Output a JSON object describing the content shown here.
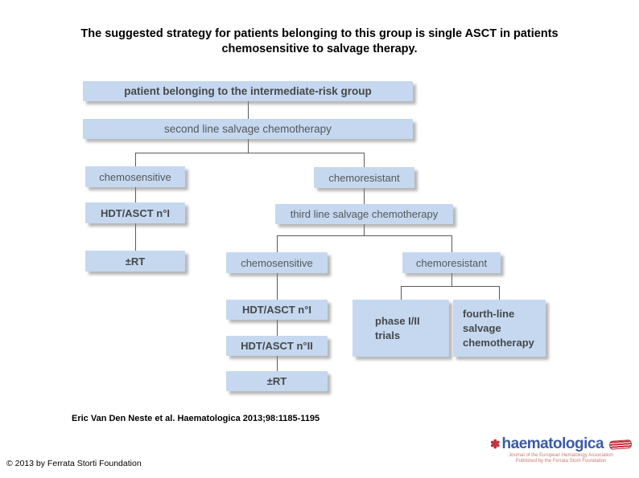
{
  "header": {
    "line1": "The suggested strategy for patients belonging to this group is single ASCT in patients",
    "line2": "chemosensitive to salvage therapy."
  },
  "flowchart": {
    "nodes": [
      {
        "label": "patient belonging to the intermediate-risk group"
      },
      {
        "label": "second line salvage chemotherapy"
      },
      {
        "label": "chemosensitive"
      },
      {
        "label": "chemoresistant"
      },
      {
        "label": "HDT/ASCT n°I"
      },
      {
        "label": "third line salvage chemotherapy"
      },
      {
        "label": "±RT"
      },
      {
        "label": "chemosensitive"
      },
      {
        "label": "chemoresistant"
      },
      {
        "label": "HDT/ASCT n°I"
      },
      {
        "label": "phase I/II trials"
      },
      {
        "label": "fourth-line salvage chemotherapy"
      },
      {
        "label": "HDT/ASCT n°II"
      },
      {
        "label": "±RT"
      }
    ]
  },
  "citation": "Eric Van Den Neste et al. Haematologica 2013;98:1185-1195",
  "copyright": "© 2013 by Ferrata Storti Foundation",
  "logo": {
    "wordmark": "haematologica",
    "flower_glyph": "✽",
    "tagline1": "Journal of the European Hematology Association",
    "tagline2": "Published by the Ferrata Storti Foundation"
  },
  "colors": {
    "box_fill": "#c5d8ef",
    "box_text_regular": "#55585b",
    "box_text_bold": "#45484b",
    "connector": "#58595b",
    "logo_blue": "#3c5ba3",
    "logo_red": "#c5303c",
    "tagline_red": "#c87b72"
  }
}
